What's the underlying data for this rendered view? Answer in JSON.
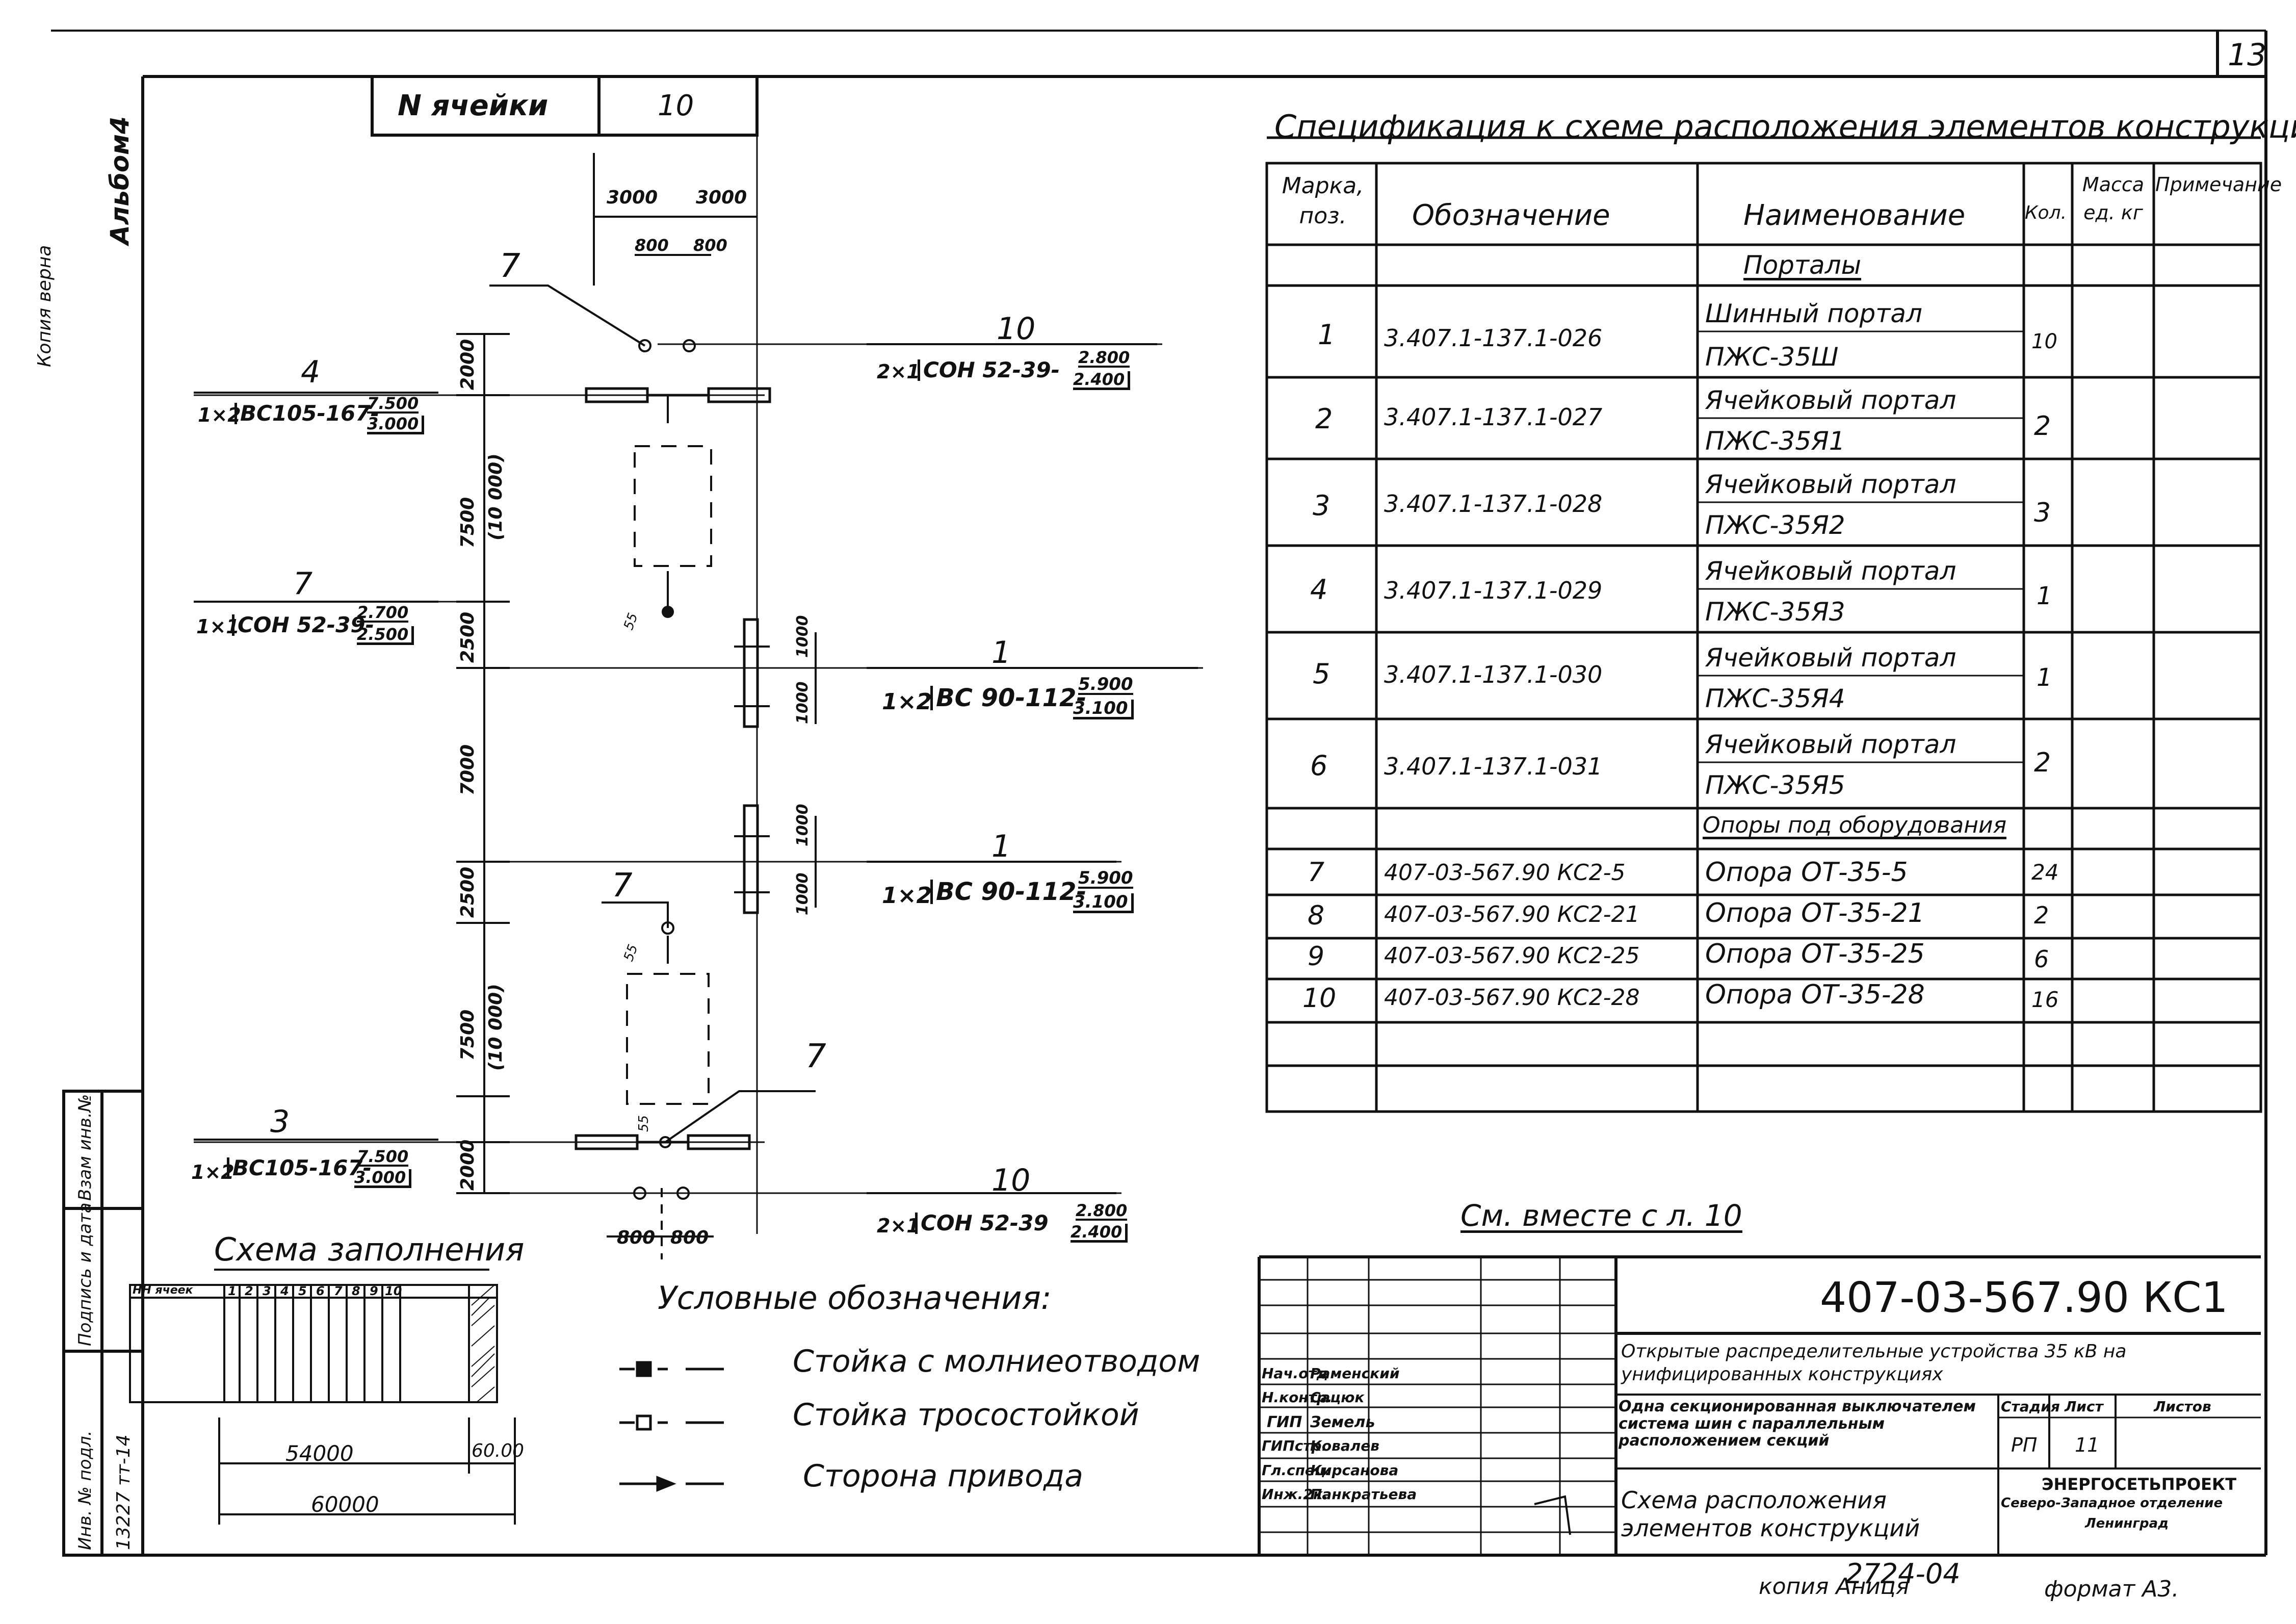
{
  "sheet": {
    "page_number": "13",
    "album_label": "Альбом4",
    "copy_verified": "Копия верна",
    "cell_no_label": "N ячейки",
    "cell_no_value": "10",
    "see_also": "См. вместе с л. 10",
    "copy_author": "копия Аниця",
    "order_no": "2724-04",
    "format": "формат А3."
  },
  "left_stamps": [
    "Взам инв.№",
    "Подпись и дата",
    "Инв. № подл.",
    "13227 тт-14"
  ],
  "dims": {
    "top_a": "3000",
    "top_b": "3000",
    "top_c": "800",
    "top_d": "800",
    "v1": "2000",
    "v2": "7500",
    "v2b": "(10 000)",
    "v3": "2500",
    "v4": "7000",
    "v5": "2500",
    "v6": "7500",
    "v6b": "(10 000)",
    "v7": "2000",
    "r1a": "1000",
    "r1b": "1000",
    "r2a": "1000",
    "r2b": "1000",
    "bot_a": "800",
    "bot_b": "800",
    "s1": "55",
    "s2": "55",
    "s3": "55"
  },
  "callouts": [
    {
      "num": "7"
    },
    {
      "num": "4",
      "qty": "1×2",
      "mark": "ВС105-167-",
      "top": "7.500",
      "bot": "3.000"
    },
    {
      "num": "10",
      "qty": "2×1",
      "mark": "СОН 52-39-",
      "top": "2.800",
      "bot": "2.400"
    },
    {
      "num": "7",
      "qty": "1×1",
      "mark": "СОН 52-39-",
      "top": "2.700",
      "bot": "2.500"
    },
    {
      "num": "1",
      "qty": "1×2",
      "mark": "ВС 90-112-",
      "top": "5.900",
      "bot": "3.100"
    },
    {
      "num": "1",
      "qty": "1×2",
      "mark": "ВС 90-112-",
      "top": "5.900",
      "bot": "3.100"
    },
    {
      "num": "7"
    },
    {
      "num": "7"
    },
    {
      "num": "3",
      "qty": "1×2",
      "mark": "ВС105-167-",
      "top": "7.500",
      "bot": "3.000"
    },
    {
      "num": "10",
      "qty": "2×1",
      "mark": "СОН 52-39",
      "top": "2.800",
      "bot": "2.400"
    }
  ],
  "fill_scheme": {
    "title": "Схема заполнения",
    "header_label": "НН ячеек",
    "cells": [
      "1",
      "2",
      "3",
      "4",
      "5",
      "6",
      "7",
      "8",
      "9",
      "10"
    ],
    "dim_main": "54000",
    "dim_side": "60.00",
    "dim_total": "60000"
  },
  "legend": {
    "title": "Условные обозначения:",
    "items": [
      "Стойка с молниеотводом",
      "Стойка тросостойкой",
      "Сторона привода"
    ]
  },
  "spec": {
    "title": "Спецификация к схеме расположения элементов конструкций",
    "headers": {
      "pos": "Марка, поз.",
      "designation": "Обозначение",
      "name": "Наименование",
      "qty": "Кол.",
      "mass": "Масса ед. кг",
      "note": "Примечание"
    },
    "rows": [
      {
        "pos": "",
        "designation": "",
        "name": [
          "Порталы"
        ],
        "qty": ""
      },
      {
        "pos": "1",
        "designation": "3.407.1-137.1-026",
        "name": [
          "Шинный портал",
          "ПЖС-35Ш"
        ],
        "qty": "10"
      },
      {
        "pos": "2",
        "designation": "3.407.1-137.1-027",
        "name": [
          "Ячейковый портал",
          "ПЖС-35Я1"
        ],
        "qty": "2"
      },
      {
        "pos": "3",
        "designation": "3.407.1-137.1-028",
        "name": [
          "Ячейковый портал",
          "ПЖС-35Я2"
        ],
        "qty": "3"
      },
      {
        "pos": "4",
        "designation": "3.407.1-137.1-029",
        "name": [
          "Ячейковый портал",
          "ПЖС-35Я3"
        ],
        "qty": "1"
      },
      {
        "pos": "5",
        "designation": "3.407.1-137.1-030",
        "name": [
          "Ячейковый портал",
          "ПЖС-35Я4"
        ],
        "qty": "1"
      },
      {
        "pos": "6",
        "designation": "3.407.1-137.1-031",
        "name": [
          "Ячейковый портал",
          "ПЖС-35Я5"
        ],
        "qty": "2"
      },
      {
        "pos": "",
        "designation": "",
        "name": [
          "Опоры под оборудования"
        ],
        "qty": ""
      },
      {
        "pos": "7",
        "designation": "407-03-567.90   КС2-5",
        "name": [
          "Опора   ОТ-35-5"
        ],
        "qty": "24"
      },
      {
        "pos": "8",
        "designation": "407-03-567.90   КС2-21",
        "name": [
          "Опора   ОТ-35-21"
        ],
        "qty": "2"
      },
      {
        "pos": "9",
        "designation": "407-03-567.90  КС2-25",
        "name": [
          "Опора   ОТ-35-25"
        ],
        "qty": "6"
      },
      {
        "pos": "10",
        "designation": "407-03-567.90  КС2-28",
        "name": [
          "Опора   ОТ-35-28"
        ],
        "qty": "16"
      }
    ]
  },
  "title_block": {
    "doc_code": "407-03-567.90  КС1",
    "project_title": "Открытые распределительные устройства 35 кВ на унифицированных конструкциях",
    "section_title": "Одна секционированная выключателем система шин с параллельным расположением секций",
    "drawing_title": "Схема расположения элементов конструкций",
    "stage_label": "Стадия",
    "sheet_label": "Лист",
    "sheets_label": "Листов",
    "stage": "РП",
    "sheet": "11",
    "org_line1": "ЭНЕРГОСЕТЬПРОЕКТ",
    "org_line2": "Северо-Западное отделение",
    "org_line3": "Ленинград",
    "roles": [
      {
        "role": "Нач.отд",
        "name": "Раменский"
      },
      {
        "role": "Н.контр.",
        "name": "Сацюк"
      },
      {
        "role": "ГИП",
        "name": "Земель"
      },
      {
        "role": "ГИПстр.",
        "name": "Ковалев"
      },
      {
        "role": "Гл.спец.",
        "name": "Кирсанова"
      },
      {
        "role": "Инж.2к.",
        "name": "Панкратьева"
      }
    ]
  }
}
